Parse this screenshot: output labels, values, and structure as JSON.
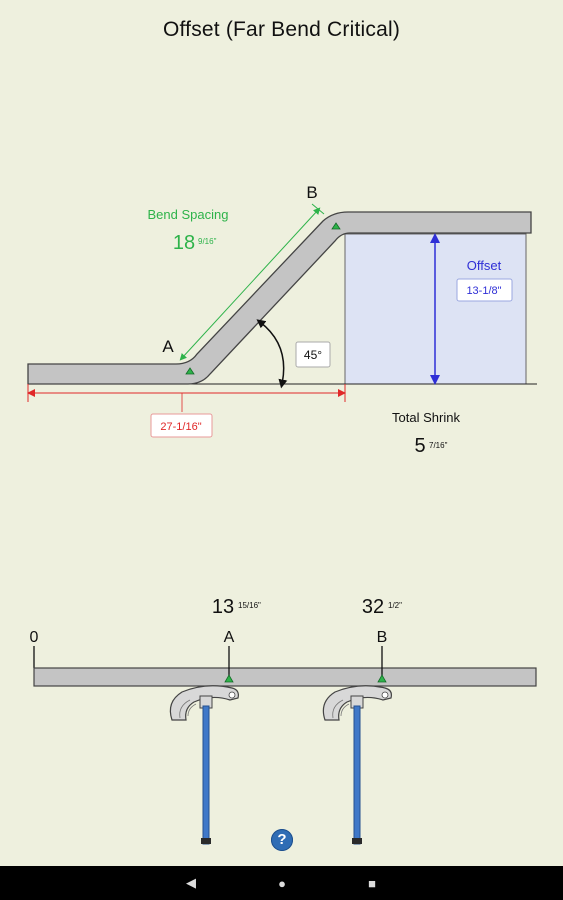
{
  "title": "Offset (Far Bend Critical)",
  "diagram": {
    "bend_spacing_label": "Bend Spacing",
    "bend_spacing_whole": "18",
    "bend_spacing_frac": "9/16\"",
    "point_a": "A",
    "point_b": "B",
    "angle": "45°",
    "offset_label": "Offset",
    "offset_value": "13-1/8\"",
    "distance_value": "27-1/16\"",
    "total_shrink_label": "Total Shrink",
    "total_shrink_whole": "5",
    "total_shrink_frac": "7/16\""
  },
  "ruler": {
    "zero": "0",
    "mark_a_label": "A",
    "mark_a_whole": "13",
    "mark_a_frac": "15/16\"",
    "mark_b_label": "B",
    "mark_b_whole": "32",
    "mark_b_frac": "1/2\""
  },
  "help_icon": "question-icon",
  "help_text": "?",
  "nav": {
    "back": "◀",
    "home": "●",
    "recents": "■"
  },
  "colors": {
    "green": "#2eb34a",
    "blue": "#2f2fd6",
    "red": "#e02828",
    "pipe": "#c4c4c4"
  }
}
